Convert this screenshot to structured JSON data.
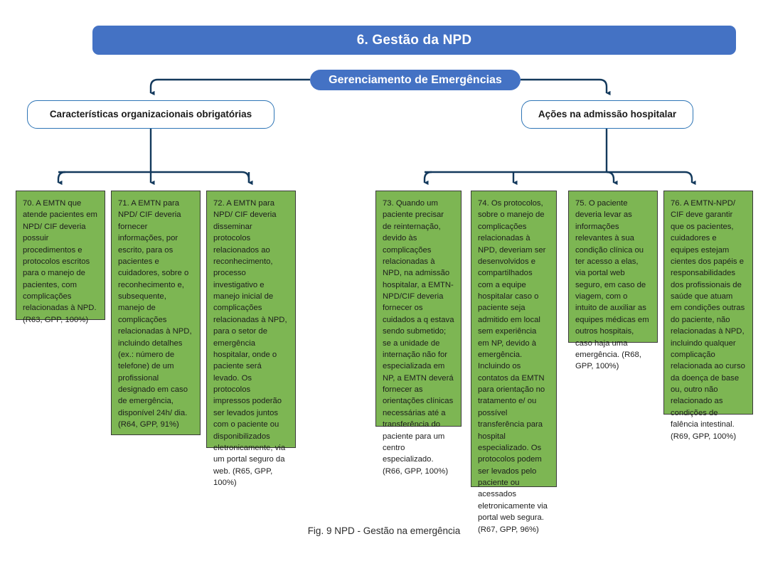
{
  "header": {
    "title": "6. Gestão da NPD",
    "color": "#4472C4"
  },
  "root": {
    "label": "Gerenciamento de Emergências",
    "color": "#4472C4"
  },
  "categories": [
    {
      "id": "cat-left",
      "label": "Características organizacionais obrigatórias"
    },
    {
      "id": "cat-right",
      "label": "Ações na admissão hospitalar"
    }
  ],
  "recommendations": [
    {
      "id": "rec-70",
      "number": "70",
      "branch": "Características organizacionais obrigatórias",
      "text": "70. A EMTN que atende pacientes em NPD/ CIF deveria possuir procedimentos e protocolos escritos para o manejo de pacientes, com complicações relacionadas à NPD. (R63, GPP, 100%)"
    },
    {
      "id": "rec-71",
      "number": "71",
      "branch": "Características organizacionais obrigatórias",
      "text": "71. A EMTN para NPD/ CIF deveria fornecer informações, por escrito, para os pacientes e cuidadores, sobre o reconhecimento e, subsequente, manejo de complicações relacionadas à NPD, incluindo detalhes (ex.: número de telefone) de um profissional designado em caso de emergência, disponível 24h/ dia. (R64, GPP, 91%)"
    },
    {
      "id": "rec-72",
      "number": "72",
      "branch": "Características organizacionais obrigatórias",
      "text": "72. A EMTN para NPD/ CIF deveria disseminar protocolos relacionados ao reconhecimento, processo investigativo e manejo inicial de complicações relacionadas à NPD, para o setor de emergência hospitalar, onde o paciente será levado. Os protocolos impressos poderão ser levados juntos com o paciente ou disponibilizados eletronicamente, via um portal seguro da web. (R65, GPP, 100%)"
    },
    {
      "id": "rec-73",
      "number": "73",
      "branch": "Ações na admissão hospitalar",
      "text": "73. Quando um paciente precisar de reinternação, devido às complicações relacionadas à NPD, na admissão hospitalar, a EMTN-NPD/CIF deveria fornecer os cuidados a q estava sendo submetido; se a unidade de internação não for especializada em NP, a EMTN deverá fornecer as orientações clínicas necessárias até a transferência do paciente para um centro especializado. (R66, GPP, 100%)"
    },
    {
      "id": "rec-74",
      "number": "74",
      "branch": "Ações na admissão hospitalar",
      "text": "74. Os protocolos, sobre o manejo de complicações relacionadas à NPD, deveriam ser desenvolvidos e compartilhados com a equipe hospitalar caso o paciente seja admitido em local sem experiência em NP, devido à emergência. Incluindo os contatos da EMTN para orientação no tratamento e/ ou possível transferência para hospital especializado. Os protocolos podem ser levados pelo paciente ou acessados eletronicamente via portal web segura. (R67, GPP, 96%)"
    },
    {
      "id": "rec-75",
      "number": "75",
      "branch": "Ações na admissão hospitalar",
      "text": "75. O paciente deveria levar as informações relevantes à sua condição clínica ou ter acesso a elas, via portal web seguro, em caso de viagem, com o intuito de auxiliar as equipes médicas em outros hospitais, caso haja uma emergência. (R68, GPP, 100%)"
    },
    {
      "id": "rec-76",
      "number": "76",
      "branch": "Ações na admissão hospitalar",
      "text": "76. A EMTN-NPD/ CIF deve garantir que os pacientes, cuidadores e equipes estejam cientes dos papéis e responsabilidades dos profissionais de saúde que atuam em condições outras do paciente, não relacionadas à NPD, incluindo qualquer complicação relacionada ao curso da doença de base ou, outro não relacionado as condições de falência intestinal. (R69, GPP, 100%)"
    }
  ],
  "caption": "Fig. 9 NPD - Gestão na emergência",
  "colors": {
    "banner_blue": "#4472C4",
    "box_green": "#7DB653",
    "connector_navy": "#13395C",
    "category_border_blue": "#2E75B6"
  }
}
